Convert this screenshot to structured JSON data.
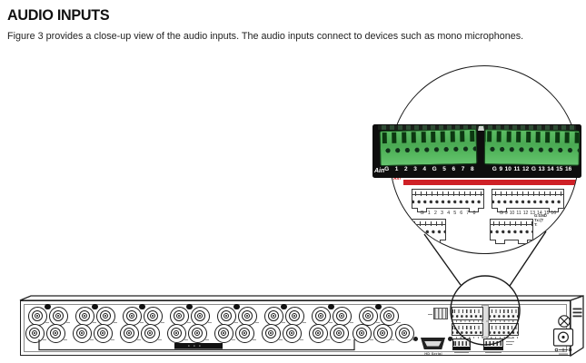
{
  "page": {
    "title": "AUDIO INPUTS",
    "description": "Figure 3 provides a close-up view of the audio inputs. The audio inputs connect to devices such as mono microphones."
  },
  "callout": {
    "photo": {
      "port_group_label": "Ain",
      "left_pins_label": "G 1 2 3 4 G 5 6 7 8",
      "right_pins_label": "G 9 10 11 12 G 13 14 15 16",
      "connector_color": "#4aa953",
      "background_color": "#0e0e0e"
    },
    "highlight_bar": {
      "label": "Ain",
      "color": "#cf2127"
    },
    "drawing": {
      "left_pins_label": "G 1 2 3 4 5 6 7 8",
      "right_pins_label": "G 9 10 11 12 13 14 15 16",
      "side_note_lines": [
        "G:GND",
        "Tx:(T",
        "T:"
      ]
    }
  },
  "device": {
    "hd_port_label": "HD Serial",
    "bnc_top_count": 16,
    "bnc_bottom_count": 17
  }
}
